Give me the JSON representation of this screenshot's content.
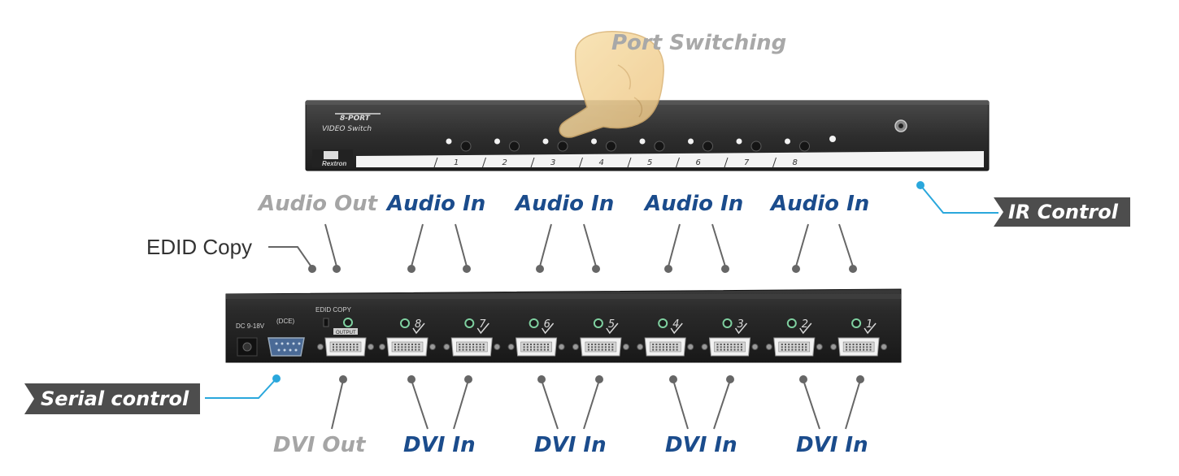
{
  "labels": {
    "port_switching": "Port Switching",
    "ir_control": "IR Control",
    "serial_control": "Serial control",
    "edid_copy": "EDID Copy",
    "audio_out": "Audio Out",
    "audio_in": "Audio In",
    "dvi_out": "DVI Out",
    "dvi_in": "DVI In"
  },
  "front_panel": {
    "brand_line1": "8-PORT",
    "brand_line2": "VIDEO Switch",
    "logo_text": "Rextron",
    "port_numbers": [
      "1",
      "2",
      "3",
      "4",
      "5",
      "6",
      "7",
      "8"
    ]
  },
  "rear_panel": {
    "power_label": "DC 9-18V",
    "serial_label": "(DCE)",
    "edid_label": "EDID COPY",
    "output_label": "OUTPUT",
    "port_numbers": [
      "8",
      "7",
      "6",
      "5",
      "4",
      "3",
      "2",
      "1"
    ]
  },
  "colors": {
    "audio_dvi_in": "#1b4c8c",
    "audio_dvi_out": "#a5a5a5",
    "callout_line": "#2aa7dc",
    "tag_bg": "#4d4d4d",
    "device_body": "#2b2b2b"
  },
  "icons": [
    "hand-pointer-icon",
    "ir-sensor-icon",
    "led-icon",
    "push-button-icon",
    "dvi-port-icon",
    "audio-jack-icon",
    "serial-port-icon",
    "power-jack-icon"
  ]
}
